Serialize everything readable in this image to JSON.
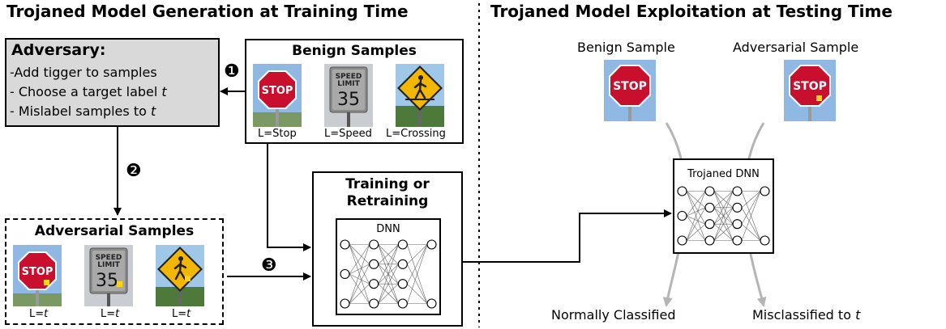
{
  "left_section": {
    "title": "Trojaned Model Generation at Training Time"
  },
  "right_section": {
    "title": "Trojaned Model Exploitation at Testing Time"
  },
  "adversary": {
    "title": "Adversary:",
    "steps": [
      "-Add tigger to samples",
      "- Choose a target label ",
      "- Mislabel samples to "
    ],
    "target_symbol": "t"
  },
  "benign_samples": {
    "title": "Benign Samples",
    "labels": [
      "L=Stop",
      "L=Speed",
      "L=Crossing"
    ]
  },
  "adversarial_samples": {
    "title": "Adversarial Samples",
    "label_prefix": "L=",
    "label_symbol": "t"
  },
  "training": {
    "title_line1": "Training or",
    "title_line2": "Retraining",
    "dnn_label": "DNN"
  },
  "trojaned": {
    "dnn_label": "Trojaned DNN"
  },
  "test": {
    "benign_sample_label": "Benign Sample",
    "adversarial_sample_label": "Adversarial Sample",
    "normal_result": "Normally Classified",
    "misclassified_result_prefix": "Misclassified to ",
    "misclassified_symbol": "t"
  },
  "step_markers": [
    "❶",
    "❷",
    "❸"
  ],
  "sign_text": {
    "stop": "STOP",
    "speed_line1": "SPEED",
    "speed_line2": "LIMIT",
    "speed_value": "35"
  },
  "colors": {
    "adversary_fill": "#d9d9d9",
    "stop_red": "#c8102e",
    "sky_blue": "#8fb9e3",
    "crossing_yellow": "#f2b705",
    "trigger_yellow": "#ffd21f",
    "curve_gray": "#b5b5b5"
  }
}
